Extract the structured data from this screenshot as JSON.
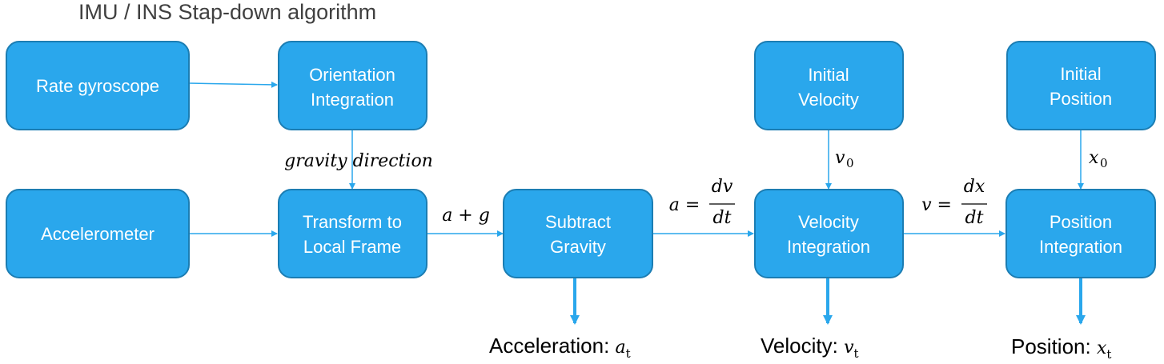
{
  "title": "IMU / INS Stap-down algorithm",
  "blocks": {
    "rate_gyro": "Rate gyroscope",
    "accelerometer": "Accelerometer",
    "orientation": [
      "Orientation",
      "Integration"
    ],
    "transform": [
      "Transform to",
      "Local Frame"
    ],
    "subtract": [
      "Subtract",
      "Gravity"
    ],
    "velocity_int": [
      "Velocity",
      "Integration"
    ],
    "position_int": [
      "Position",
      "Integration"
    ],
    "initial_velocity": [
      "Initial",
      "Velocity"
    ],
    "initial_position": [
      "Initial",
      "Position"
    ]
  },
  "edge_labels": {
    "gravity_direction": "gravity direction",
    "a_plus_g": "a + g",
    "a_eq": "a =",
    "dv": "dv",
    "dt1": "dt",
    "v_eq": "v =",
    "dx": "dx",
    "dt2": "dt",
    "v0": "v",
    "v0_sub": "0",
    "x0": "x",
    "x0_sub": "0"
  },
  "outputs": {
    "acceleration": {
      "label": "Acceleration: ",
      "var": "a",
      "sub": "t"
    },
    "velocity": {
      "label": "Velocity: ",
      "var": "v",
      "sub": "t"
    },
    "position": {
      "label": "Position: ",
      "var": "x",
      "sub": "t"
    }
  },
  "colors": {
    "box_fill": "#2aa7ec",
    "box_stroke": "#1b7db3",
    "arrow": "#2aa7ec",
    "title": "#404040"
  }
}
